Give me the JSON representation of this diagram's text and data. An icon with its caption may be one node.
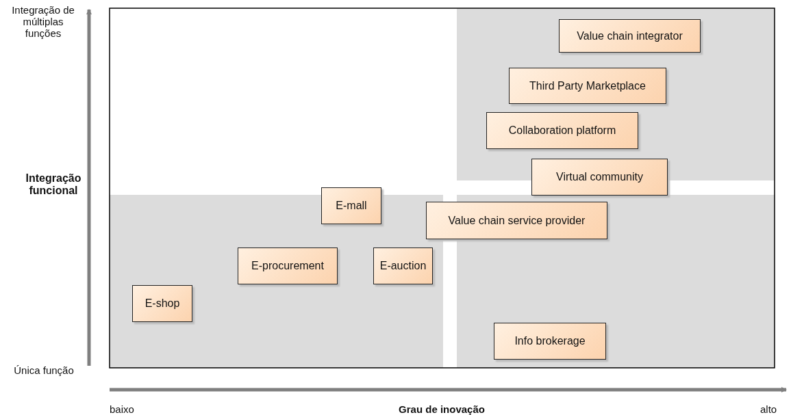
{
  "diagram": {
    "nodes": [
      {
        "text": [
          "Value chain integrator"
        ]
      },
      {
        "text": [
          "Third Party Marketplace"
        ]
      },
      {
        "text": [
          "Collaboration platform"
        ]
      },
      {
        "text": [
          "Virtual community"
        ]
      },
      {
        "text": [
          "E-mall"
        ]
      },
      {
        "text": [
          "Value chain service provider"
        ]
      },
      {
        "text": [
          "E-procurement"
        ]
      },
      {
        "text": [
          "E-auction"
        ]
      },
      {
        "text": [
          "E-shop"
        ]
      },
      {
        "text": [
          "Info brokerage"
        ]
      }
    ],
    "edges": [],
    "labels": [
      "Integração de múltiplas funções",
      "Integração funcional",
      "Única função",
      "baixo",
      "Grau de inovação",
      "alto"
    ]
  }
}
